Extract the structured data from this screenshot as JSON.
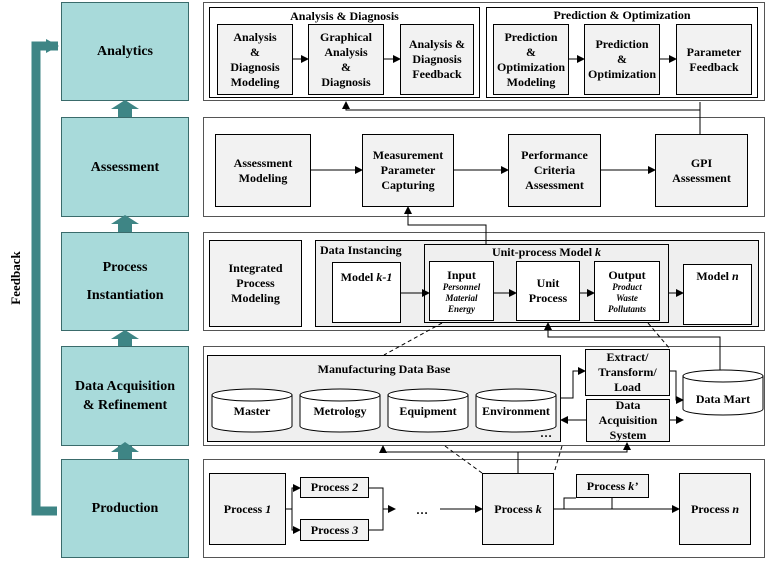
{
  "sidebar": {
    "feedback_label": "Feedback",
    "stages": [
      {
        "label": "Analytics"
      },
      {
        "label": "Assessment"
      },
      {
        "label": "Process\nInstantiation"
      },
      {
        "label": "Data Acquisition\n& Refinement"
      },
      {
        "label": "Production"
      }
    ]
  },
  "analytics": {
    "analysis_group_title": "Analysis & Diagnosis",
    "prediction_group_title": "Prediction & Optimization",
    "boxes": [
      "Analysis\n&\nDiagnosis\nModeling",
      "Graphical\nAnalysis\n&\nDiagnosis",
      "Analysis &\nDiagnosis\nFeedback",
      "Prediction\n&\nOptimization\nModeling",
      "Prediction\n&\nOptimization",
      "Parameter\nFeedback"
    ]
  },
  "assessment": {
    "boxes": [
      "Assessment\nModeling",
      "Measurement\nParameter\nCapturing",
      "Performance\nCriteria\nAssessment",
      "GPI\nAssessment"
    ]
  },
  "instantiation": {
    "integrated_modeling": "Integrated\nProcess\nModeling",
    "data_instancing_title": "Data Instancing",
    "unit_model_title": "Unit-process Model",
    "unit_model_var": "k",
    "model_prev": "Model",
    "model_prev_var": "k-1",
    "input_title": "Input",
    "input_items": "Personnel\nMaterial\nEnergy",
    "unit_process": "Unit\nProcess",
    "output_title": "Output",
    "output_items": "Product\nWaste\nPollutants",
    "model_last": "Model",
    "model_last_var": "n"
  },
  "acquisition": {
    "database_title": "Manufacturing Data Base",
    "databases": [
      "Master",
      "Metrology",
      "Equipment",
      "Environment"
    ],
    "ellipsis": "…",
    "etl": "Extract/\nTransform/\nLoad",
    "das": "Data\nAcquisition\nSystem",
    "data_mart": "Data Mart"
  },
  "production": {
    "process": "Process",
    "p1_var": "1",
    "p2_var": "2",
    "p3_var": "3",
    "ellipsis": "…",
    "pk_var": "k",
    "pkprime_var": "k’",
    "pn_var": "n"
  },
  "colors": {
    "stage_fill": "#a8dada",
    "arrow_teal": "#3e8585",
    "box_fill": "#f2f2f2",
    "group_fill": "#efefef"
  }
}
